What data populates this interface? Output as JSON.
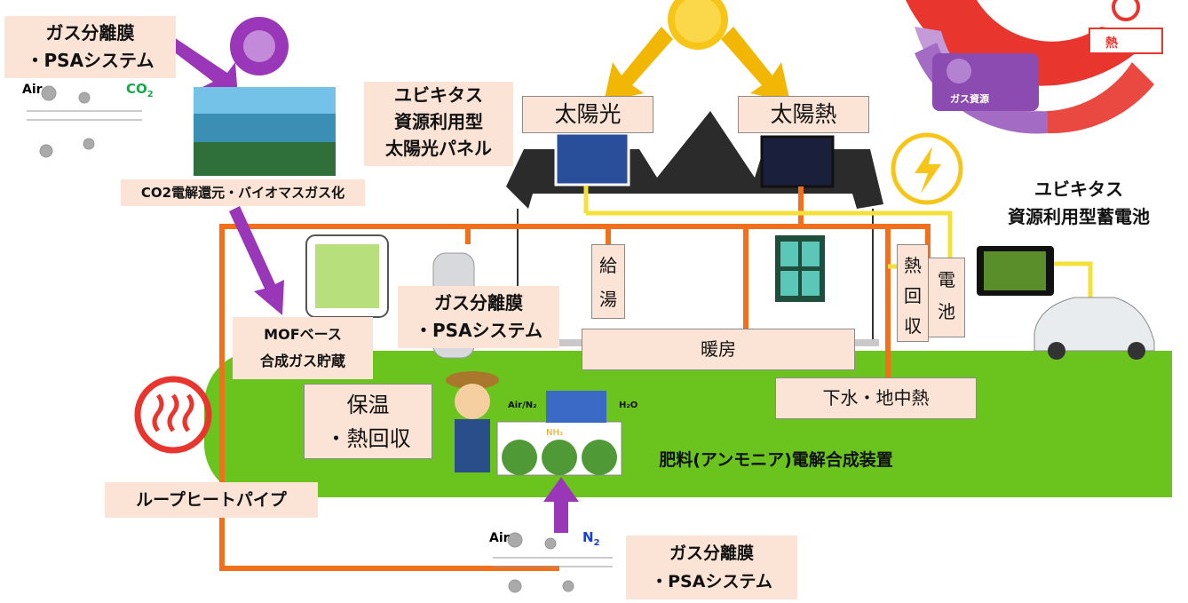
{
  "labels": {
    "gas_sep_top": "ガス分離膜\n・PSAシステム",
    "air_top": "Air",
    "co2": "CO",
    "co2_sub": "2",
    "co2_electro": "CO2電解還元・バイオマスガス化",
    "ubiq_panel": "ユビキタス\n資源利用型\n太陽光パネル",
    "solar_light": "太陽光",
    "solar_heat": "太陽熱",
    "heat_legend": "熱",
    "gas_resource": "ガス資源",
    "ubiq_battery": "ユビキタス\n資源利用型蓄電池",
    "mof": "MOFベース\n合成ガス貯蔵",
    "gas_sep_mid": "ガス分離膜\n・PSAシステム",
    "hot_water": "給\n湯",
    "heat_recovery": "熱\n回\n収",
    "battery": "電\n池",
    "heating": "暖房",
    "sewage": "下水・地中熱",
    "insulation": "保温\n・熱回収",
    "h2o": "H₂O",
    "air_n2": "Air/N₂",
    "nh3": "NH₃",
    "fertilizer": "肥料(アンモニア)電解合成装置",
    "loop_heat_pipe": "ループヒートパイプ",
    "air_bottom": "Air",
    "n2": "N",
    "n2_sub": "2",
    "gas_sep_bottom": "ガス分離膜\n・PSAシステム"
  },
  "colors": {
    "pipe": "#f26f1c",
    "label_bg": "#fbe4d5",
    "lawn": "#6bc41e",
    "arrow_purple": "#9a36b8",
    "sun": "#f7c518",
    "sun_arrow": "#f2b705",
    "bolt": "#f7c518",
    "heat_red": "#e8352e",
    "electric_line": "#f3e13a",
    "roof": "#2b2b2b",
    "co2_green": "#18a84a",
    "n2_blue": "#1a3dd6"
  },
  "icons": [
    "sun-icon",
    "lightning-icon",
    "heat-icon",
    "gas-resource-icon",
    "car-icon",
    "battery-icon",
    "window-icon",
    "farmer-icon",
    "gas-cylinder-icon",
    "mof-crystal-icon",
    "membrane-icon"
  ]
}
